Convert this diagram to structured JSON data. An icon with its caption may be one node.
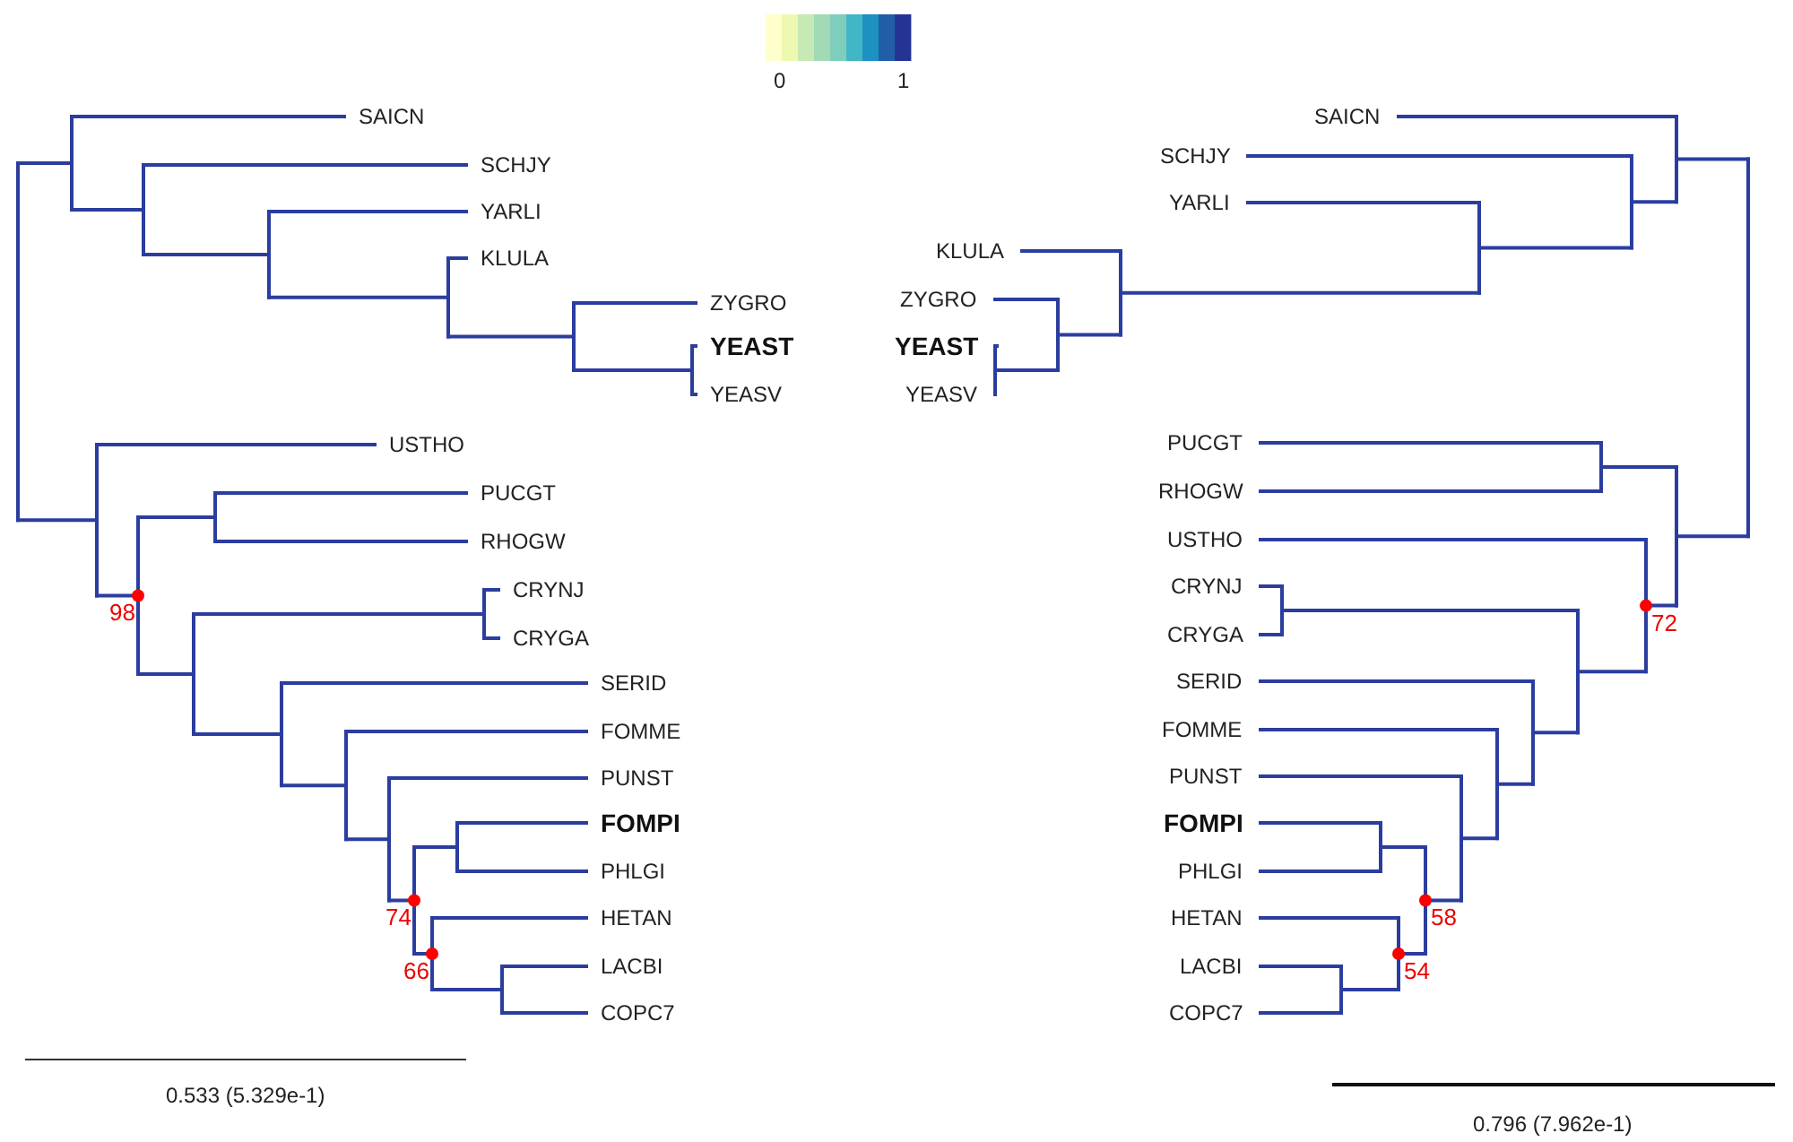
{
  "diagram": {
    "labels": [
      "0",
      "1",
      "SAICN",
      "SCHJY",
      "YARLI",
      "KLULA",
      "ZYGRO",
      "YEAST",
      "YEASV",
      "USTHO",
      "PUCGT",
      "RHOGW",
      "CRYNJ",
      "CRYGA",
      "SERID",
      "FOMME",
      "PUNST",
      "FOMPI",
      "PHLGI",
      "HETAN",
      "LACBI",
      "COPC7",
      "98",
      "74",
      "66",
      "SAICN",
      "SCHJY",
      "YARLI",
      "KLULA",
      "ZYGRO",
      "YEAST",
      "YEASV",
      "PUCGT",
      "RHOGW",
      "USTHO",
      "CRYNJ",
      "CRYGA",
      "SERID",
      "FOMME",
      "PUNST",
      "FOMPI",
      "PHLGI",
      "HETAN",
      "LACBI",
      "COPC7",
      "72",
      "58",
      "54",
      "0.533 (5.329e-1)",
      "0.796 (7.962e-1)"
    ]
  }
}
